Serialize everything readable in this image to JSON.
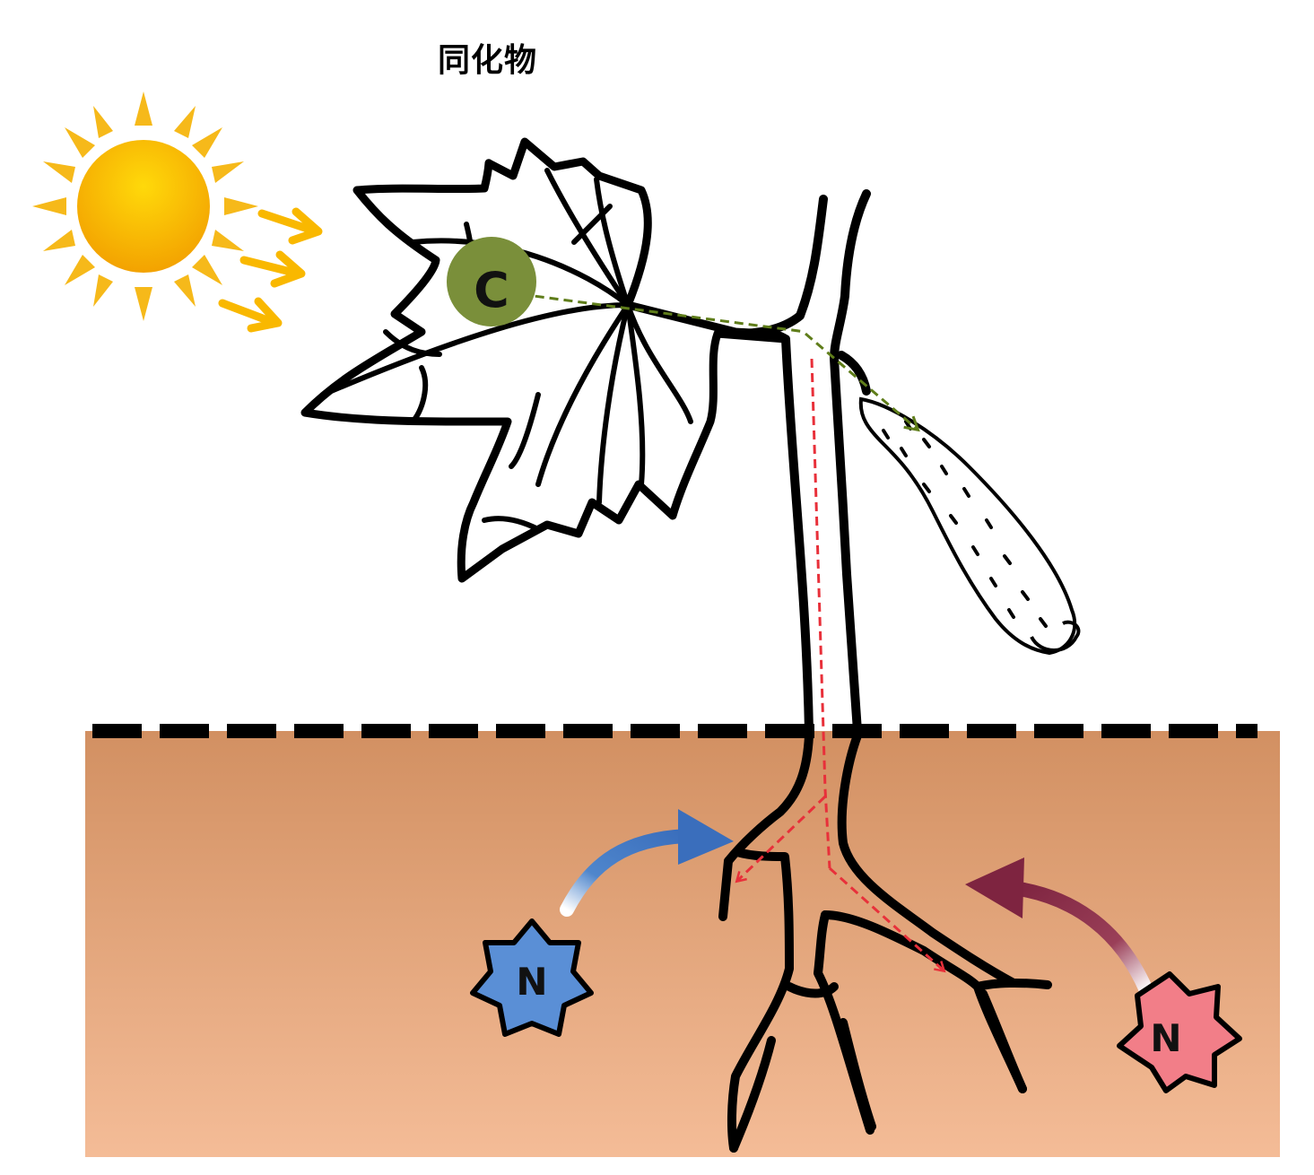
{
  "title": "同化物",
  "carbon_label": "C",
  "nitrogen_label_blue": "N",
  "nitrogen_label_pink": "N",
  "colors": {
    "sun": "#f7b500",
    "sun_ray": "#f6b91a",
    "light_arrow": "#f9b800",
    "carbon": "#7a8f3a",
    "carbon_path": "#5f7d1a",
    "root_path": "#e8303a",
    "soil_top": "#d29062",
    "soil_bottom": "#f4bc97",
    "nitrogen_blue": "#5a8fd6",
    "nitrogen_blue_arrow": "#3b6fbd",
    "nitrogen_pink": "#f27e88",
    "nitrogen_pink_arrow": "#8b2f48"
  },
  "icons": [
    "sun-icon",
    "carbon-circle",
    "nitrogen-star-icon",
    "leaf",
    "cucumber-fruit",
    "root"
  ]
}
